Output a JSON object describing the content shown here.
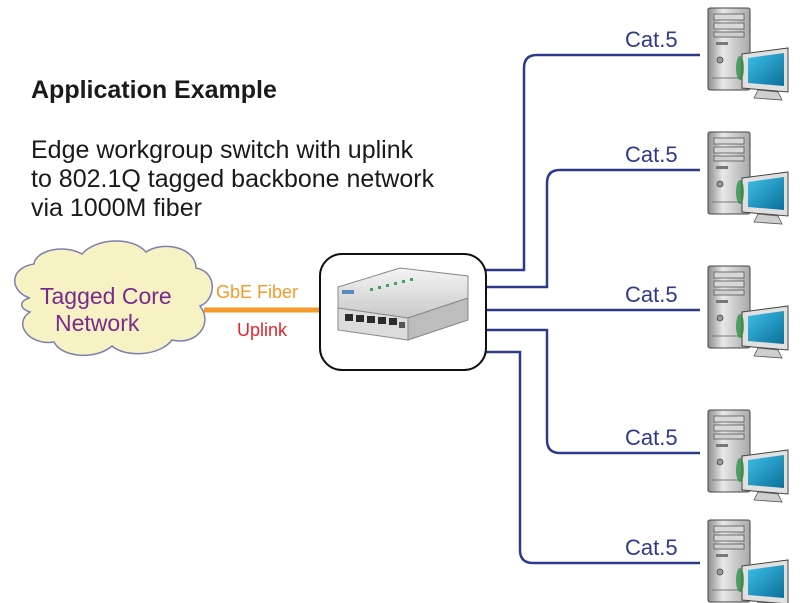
{
  "heading": "Application Example",
  "description": {
    "line1": "Edge workgroup switch with uplink",
    "line2": "to 802.1Q tagged backbone network",
    "line3": "via 1000M fiber"
  },
  "cloud": {
    "line1": "Tagged Core",
    "line2": "Network"
  },
  "fiber_label": "GbE Fiber",
  "uplink_label": "Uplink",
  "computers": [
    {
      "cable_label": "Cat.5"
    },
    {
      "cable_label": "Cat.5"
    },
    {
      "cable_label": "Cat.5"
    },
    {
      "cable_label": "Cat.5"
    },
    {
      "cable_label": "Cat.5"
    }
  ],
  "colors": {
    "link_line": "#2d3a8a",
    "fiber_line": "#f39a2a",
    "cloud_fill": "#f7f2c4",
    "cloud_text": "#7a2a8c",
    "uplink_text": "#e8242a"
  }
}
